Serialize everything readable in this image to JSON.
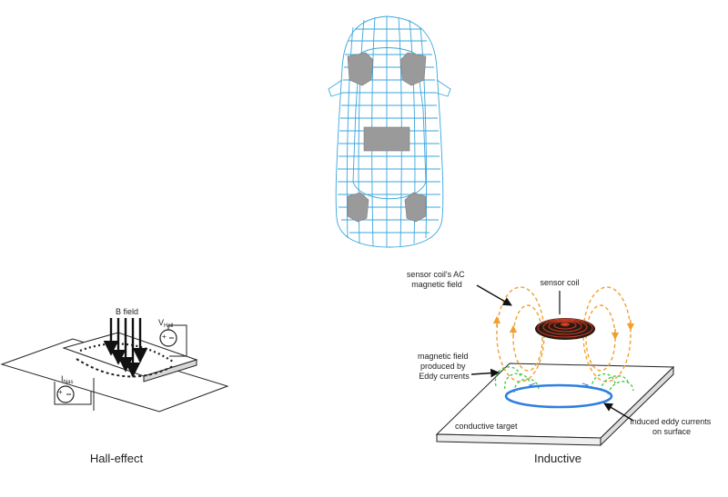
{
  "hall": {
    "caption": "Hall-effect",
    "b_field_label": "B field",
    "v_hall_main": "V",
    "v_hall_sub": "Hall",
    "i_bias_main": "I",
    "i_bias_sub": "bias"
  },
  "inductive": {
    "caption": "Inductive",
    "ac_field_line1": "sensor coil's AC",
    "ac_field_line2": "magnetic field",
    "sensor_coil_label": "sensor coil",
    "eddy_field_line1": "magnetic field",
    "eddy_field_line2": "produced by",
    "eddy_field_line3": "Eddy currents",
    "target_label": "conductive target",
    "induced_line1": "Induced eddy currents",
    "induced_line2": "on surface"
  },
  "colors": {
    "car_mesh": "#3aa6dc",
    "seats": "#9a9a9a",
    "ac_field": "#f0a030",
    "eddy_field": "#3cc83c",
    "eddy_loop": "#2f7fe0",
    "coil_dark": "#2a1a14",
    "coil_red": "#d13b22"
  }
}
